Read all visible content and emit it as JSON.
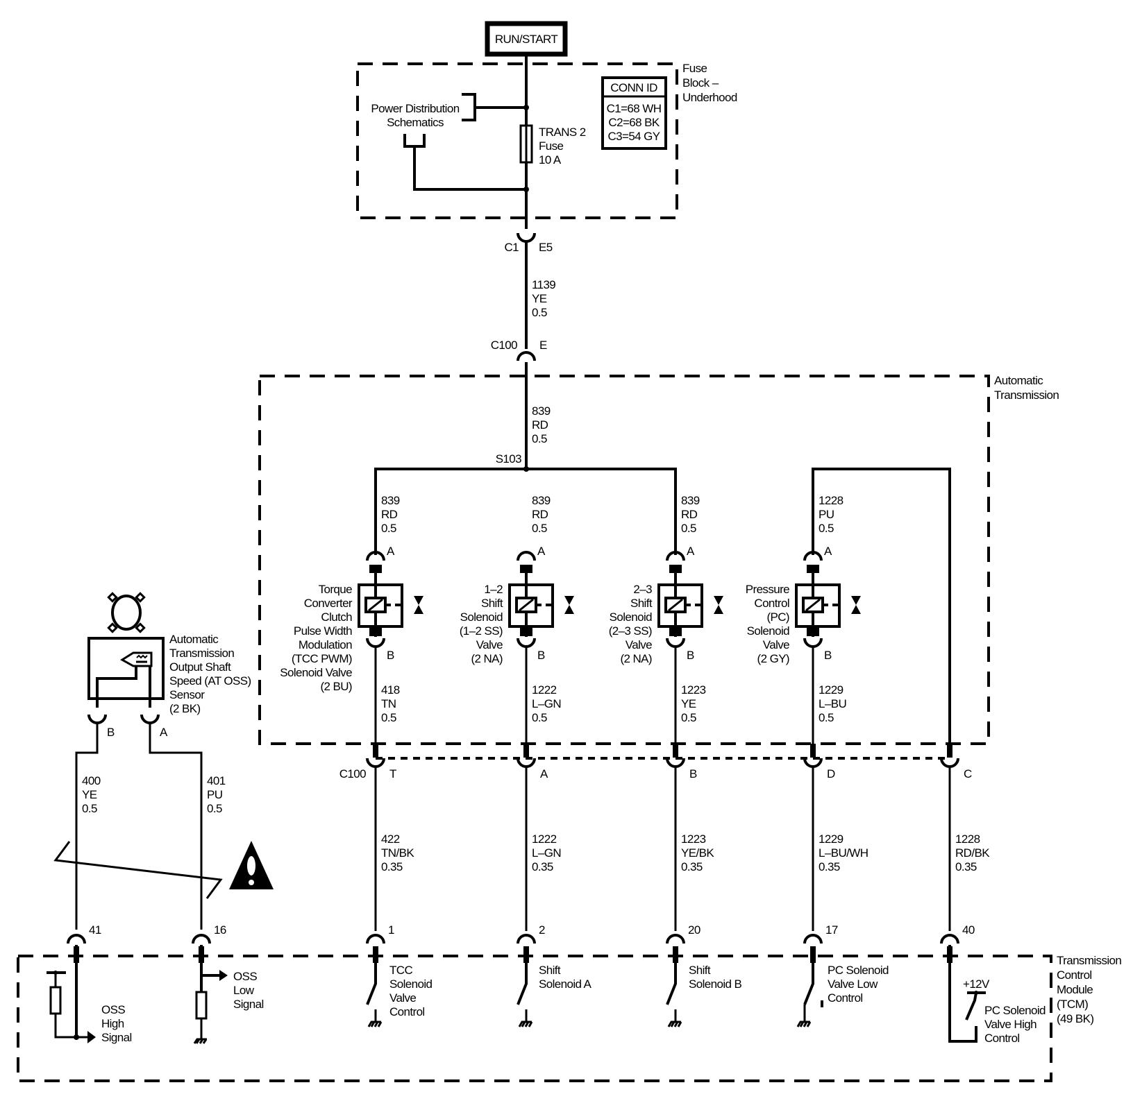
{
  "power_source": {
    "label": "RUN/START"
  },
  "fuse_block": {
    "title": [
      "Fuse",
      "Block –",
      "Underhood"
    ],
    "power_distribution_ref": [
      "Power Distribution",
      "Schematics"
    ],
    "fuse": {
      "name": "TRANS 2",
      "type": "Fuse",
      "rating": "10 A"
    },
    "conn_id": {
      "header": "CONN ID",
      "rows": [
        "C1=68 WH",
        "C2=68 BK",
        "C3=54 GY"
      ]
    },
    "out_connector": {
      "conn": "C1",
      "pin": "E5"
    }
  },
  "feed_wire": {
    "circuit": "1139",
    "color": "YE",
    "gauge": "0.5"
  },
  "c100_in": {
    "conn": "C100",
    "pin": "E"
  },
  "transmission": {
    "title": [
      "Automatic",
      "Transmission"
    ],
    "feed_wire": {
      "circuit": "839",
      "color": "RD",
      "gauge": "0.5"
    },
    "splice": "S103",
    "solenoids": [
      {
        "name_lines": [
          "Torque",
          "Converter",
          "Clutch",
          "Pulse Width",
          "Modulation",
          "(TCC PWM)",
          "Solenoid Valve",
          "(2 BU)"
        ],
        "pin_top": "A",
        "pin_bottom": "B",
        "wire_top": {
          "circuit": "839",
          "color": "RD",
          "gauge": "0.5"
        },
        "wire_bottom": {
          "circuit": "418",
          "color": "TN",
          "gauge": "0.5"
        }
      },
      {
        "name_lines": [
          "1–2",
          "Shift",
          "Solenoid",
          "(1–2 SS)",
          "Valve",
          "(2 NA)"
        ],
        "pin_top": "A",
        "pin_bottom": "B",
        "wire_top": {
          "circuit": "839",
          "color": "RD",
          "gauge": "0.5"
        },
        "wire_bottom": {
          "circuit": "1222",
          "color": "L–GN",
          "gauge": "0.5"
        }
      },
      {
        "name_lines": [
          "2–3",
          "Shift",
          "Solenoid",
          "(2–3 SS)",
          "Valve",
          "(2 NA)"
        ],
        "pin_top": "A",
        "pin_bottom": "B",
        "wire_top": {
          "circuit": "839",
          "color": "RD",
          "gauge": "0.5"
        },
        "wire_bottom": {
          "circuit": "1223",
          "color": "YE",
          "gauge": "0.5"
        }
      },
      {
        "name_lines": [
          "Pressure",
          "Control",
          "(PC)",
          "Solenoid",
          "Valve",
          "(2 GY)"
        ],
        "pin_top": "A",
        "pin_bottom": "B",
        "wire_top": {
          "circuit": "1228",
          "color": "PU",
          "gauge": "0.5"
        },
        "wire_bottom": {
          "circuit": "1229",
          "color": "L–BU",
          "gauge": "0.5"
        }
      }
    ]
  },
  "c100_out": {
    "conn": "C100",
    "pins": [
      "T",
      "A",
      "B",
      "D",
      "C"
    ],
    "wires": [
      {
        "circuit": "422",
        "color": "TN/BK",
        "gauge": "0.35"
      },
      {
        "circuit": "1222",
        "color": "L–GN",
        "gauge": "0.35"
      },
      {
        "circuit": "1223",
        "color": "YE/BK",
        "gauge": "0.35"
      },
      {
        "circuit": "1229",
        "color": "L–BU/WH",
        "gauge": "0.35"
      },
      {
        "circuit": "1228",
        "color": "RD/BK",
        "gauge": "0.35"
      }
    ]
  },
  "oss_sensor": {
    "name_lines": [
      "Automatic",
      "Transmission",
      "Output Shaft",
      "Speed (AT OSS)",
      "Sensor",
      "(2 BK)"
    ],
    "pin_b": "B",
    "pin_a": "A",
    "wire_b": {
      "circuit": "400",
      "color": "YE",
      "gauge": "0.5"
    },
    "wire_a": {
      "circuit": "401",
      "color": "PU",
      "gauge": "0.5"
    },
    "twisted_pair_warning": "caution-icon"
  },
  "tcm": {
    "title": [
      "Transmission",
      "Control",
      "Module",
      "(TCM)",
      "(49 BK)"
    ],
    "pins": [
      "41",
      "16",
      "1",
      "2",
      "20",
      "17",
      "40"
    ],
    "circuits": {
      "oss_high": [
        "OSS",
        "High",
        "Signal"
      ],
      "oss_low": [
        "OSS",
        "Low",
        "Signal"
      ],
      "tcc": [
        "TCC",
        "Solenoid",
        "Valve",
        "Control"
      ],
      "ss_a": [
        "Shift",
        "Solenoid A"
      ],
      "ss_b": [
        "Shift",
        "Solenoid B"
      ],
      "pc_low": [
        "PC Solenoid",
        "Valve Low",
        "Control"
      ],
      "pc_high": [
        "PC Solenoid",
        "Valve High",
        "Control"
      ],
      "supply": "+12V"
    }
  }
}
